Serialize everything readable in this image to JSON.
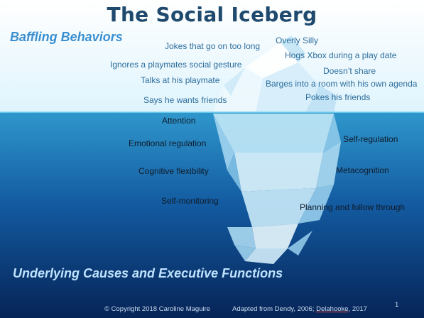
{
  "title": "The Social Iceberg",
  "headings": {
    "top": "Baffling Behaviors",
    "bottom": "Underlying Causes and Executive Functions"
  },
  "behaviors": [
    "Jokes that go on too long",
    "Overly Silly",
    "Hogs Xbox during a play date",
    "Ignores a playmates social gesture",
    "Doesn’t share",
    "Talks at his playmate",
    "Barges into a room with his own agenda",
    "Says he wants friends",
    "Pokes his friends"
  ],
  "causes": [
    "Attention",
    "Emotional regulation",
    "Self-regulation",
    "Cognitive flexibility",
    "Metacognition",
    "Self-monitoring",
    "Planning and follow through"
  ],
  "footer": {
    "copyright": "© Copyright 2018 Caroline Maguire",
    "adapted_prefix": "Adapted from Dendy, 2006; ",
    "adapted_author": "Delahooke",
    "adapted_suffix": ", 2017",
    "page_number": "1"
  },
  "colors": {
    "sky": "#ffffff",
    "water_top": "#2c8fc6",
    "water_bottom": "#062457",
    "waterline": "#6fd0f0",
    "ice_light": "#e9f8fe",
    "ice_dark": "#8fc6e6"
  }
}
